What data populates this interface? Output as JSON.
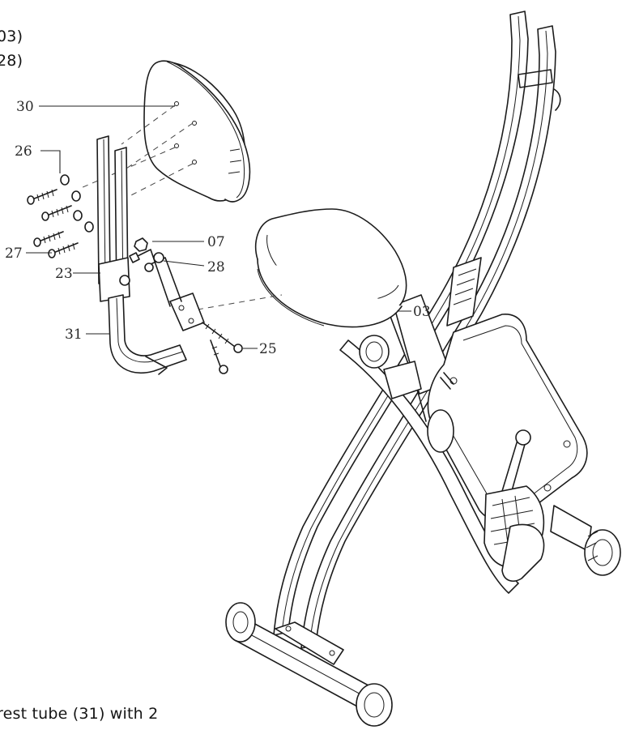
{
  "text_fragments": {
    "top_line_1": "03)",
    "top_line_2": "28)",
    "bottom_line": "rest tube (31) with 2"
  },
  "callouts": {
    "c30": "30",
    "c26": "26",
    "c27": "27",
    "c23": "23",
    "c31": "31",
    "c07": "07",
    "c28": "28",
    "c25": "25",
    "c03": "03"
  }
}
